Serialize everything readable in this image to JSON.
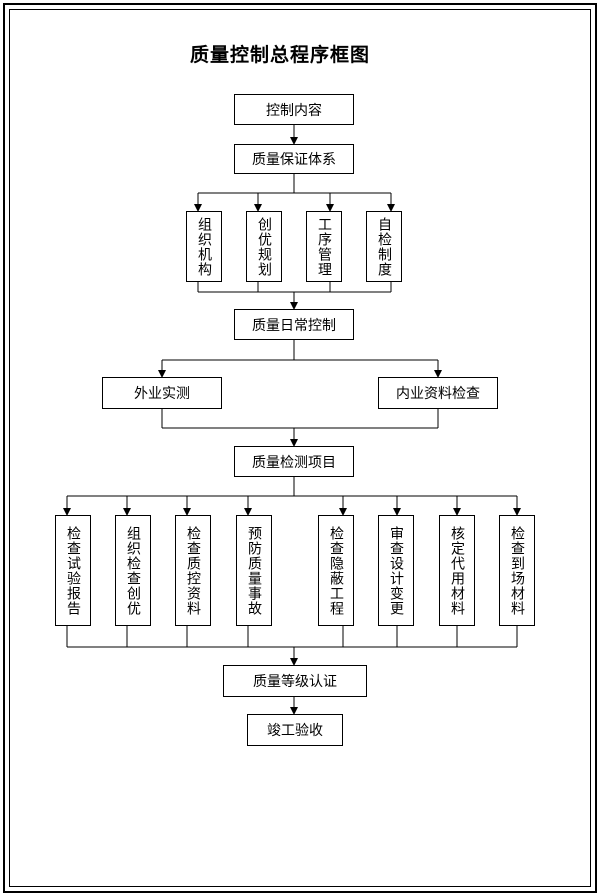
{
  "title": "质量控制总程序框图",
  "nodes": {
    "content": "控制内容",
    "system": "质量保证体系",
    "org": "组织机构",
    "plan": "创优规划",
    "process": "工序管理",
    "selfcheck": "自检制度",
    "daily": "质量日常控制",
    "field": "外业实测",
    "docs": "内业资料检查",
    "inspect": "质量检测项目",
    "test_report": "检查试验报告",
    "org_check": "组织检查创优",
    "qc_docs": "检查质控资料",
    "prevent": "预防质量事故",
    "hidden": "检查隐蔽工程",
    "design_change": "审查设计变更",
    "substitute": "核定代用材料",
    "materials": "检查到场材料",
    "grade": "质量等级认证",
    "accept": "竣工验收"
  }
}
